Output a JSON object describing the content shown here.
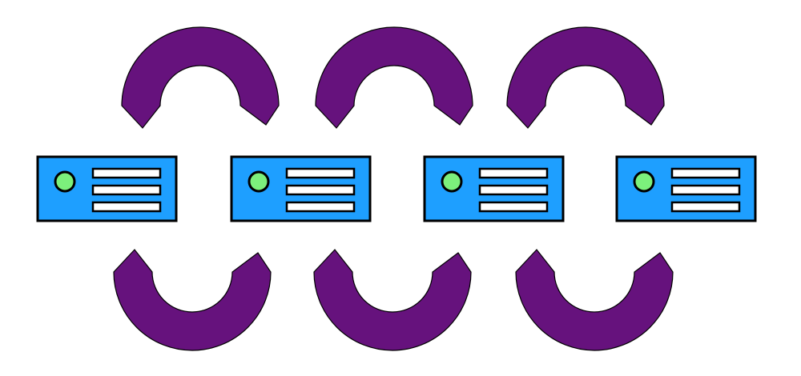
{
  "diagram": {
    "servers": [
      {
        "id": "server-1"
      },
      {
        "id": "server-2"
      },
      {
        "id": "server-3"
      },
      {
        "id": "server-4"
      }
    ],
    "connections": [
      {
        "from": "server-1",
        "to": "server-2",
        "side": "top"
      },
      {
        "from": "server-2",
        "to": "server-3",
        "side": "top"
      },
      {
        "from": "server-3",
        "to": "server-4",
        "side": "top"
      },
      {
        "from": "server-1",
        "to": "server-2",
        "side": "bottom"
      },
      {
        "from": "server-2",
        "to": "server-3",
        "side": "bottom"
      },
      {
        "from": "server-3",
        "to": "server-4",
        "side": "bottom"
      }
    ],
    "colors": {
      "server_fill": "#1e9fff",
      "led_fill": "#7cf07c",
      "arrow_fill": "#66127d",
      "background": "#ffffff"
    },
    "icons": {
      "server": "server-icon",
      "arrow": "curved-arrow-icon"
    }
  }
}
